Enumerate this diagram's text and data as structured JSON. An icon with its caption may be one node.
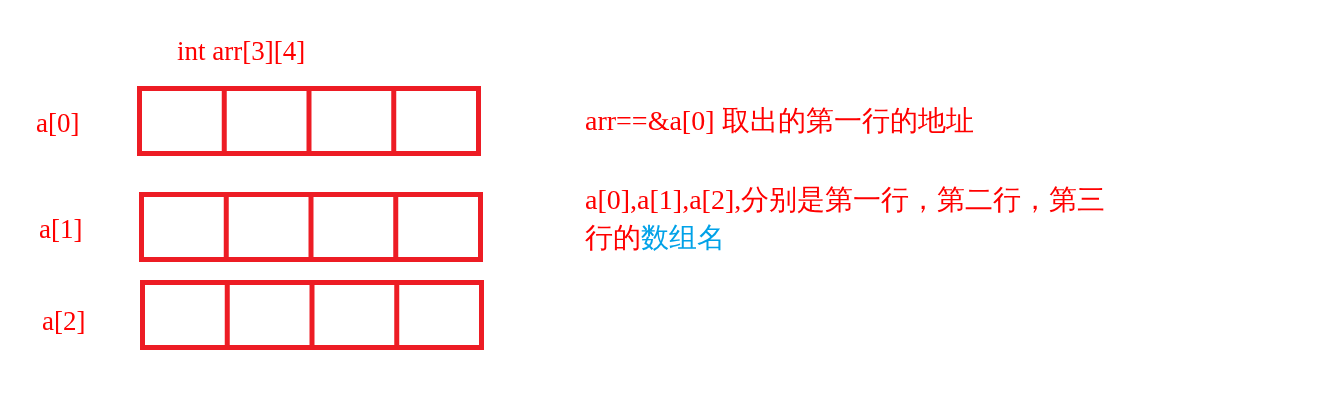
{
  "diagram": {
    "title": "int arr[3][4]",
    "labels": [
      "a[0]",
      "arr==&a[0] 取出的第一行的地址",
      "a[1]",
      "a[0],a[1],a[2],分别是第一行，第二行，第三行的数组名",
      "a[2]"
    ]
  }
}
